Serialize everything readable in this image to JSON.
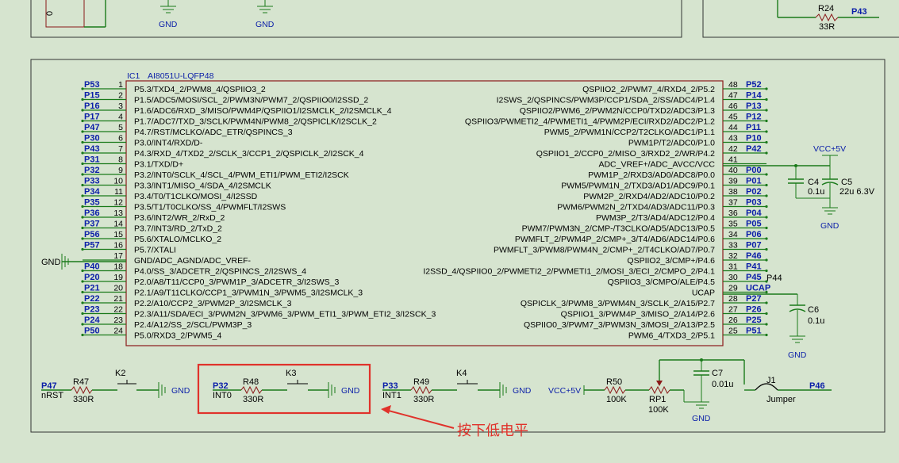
{
  "ic": {
    "ref": "IC1",
    "part": "AI8051U-LQFP48",
    "left_pins": [
      {
        "num": "1",
        "name": "P5.3/TXD4_2/PWM8_4/QSPIIO3_2",
        "net": "P53"
      },
      {
        "num": "2",
        "name": "P1.5/ADC5/MOSI/SCL_2/PWM3N/PWM7_2/QSPIIO0/I2SSD_2",
        "net": "P15"
      },
      {
        "num": "3",
        "name": "P1.6/ADC6/RXD_3/MISO/PWM4P/QSPIIO1/I2SMCLK_2/I2SMCLK_4",
        "net": "P16"
      },
      {
        "num": "4",
        "name": "P1.7/ADC7/TXD_3/SCLK/PWM4N/PWM8_2/QSPICLK/I2SCLK_2",
        "net": "P17"
      },
      {
        "num": "5",
        "name": "P4.7/RST/MCLKO/ADC_ETR/QSPINCS_3",
        "net": "P47"
      },
      {
        "num": "6",
        "name": "P3.0/INT4/RXD/D-",
        "net": "P30"
      },
      {
        "num": "7",
        "name": "P4.3/RXD_4/TXD2_2/SCLK_3/CCP1_2/QSPICLK_2/I2SCK_4",
        "net": "P43"
      },
      {
        "num": "8",
        "name": "P3.1/TXD/D+",
        "net": "P31"
      },
      {
        "num": "9",
        "name": "P3.2/INT0/SCLK_4/SCL_4/PWM_ETI1/PWM_ETI2/I2SCK",
        "net": "P32"
      },
      {
        "num": "10",
        "name": "P3.3/INT1/MISO_4/SDA_4/I2SMCLK",
        "net": "P33"
      },
      {
        "num": "11",
        "name": "P3.4/T0/T1CLKO/MOSI_4/I2SSD",
        "net": "P34"
      },
      {
        "num": "12",
        "name": "P3.5/T1/T0CLKO/SS_4/PWMFLT/I2SWS",
        "net": "P35"
      },
      {
        "num": "13",
        "name": "P3.6/INT2/WR_2/RxD_2",
        "net": "P36"
      },
      {
        "num": "14",
        "name": "P3.7/INT3/RD_2/TxD_2",
        "net": "P37"
      },
      {
        "num": "15",
        "name": "P5.6/XTALO/MCLKO_2",
        "net": "P56"
      },
      {
        "num": "16",
        "name": "P5.7/XTALI",
        "net": "P57"
      },
      {
        "num": "17",
        "name": "GND/ADC_AGND/ADC_VREF-",
        "net": ""
      },
      {
        "num": "18",
        "name": "P4.0/SS_3/ADCETR_2/QSPINCS_2/I2SWS_4",
        "net": "P40"
      },
      {
        "num": "19",
        "name": "P2.0/A8/T11/CCP0_3/PWM1P_3/ADCETR_3/I2SWS_3",
        "net": "P20"
      },
      {
        "num": "20",
        "name": "P2.1/A9/T11CLKO/CCP1_3/PWM1N_3/PWM5_3/I2SMCLK_3",
        "net": "P21"
      },
      {
        "num": "21",
        "name": "P2.2/A10/CCP2_3/PWM2P_3/I2SMCLK_3",
        "net": "P22"
      },
      {
        "num": "22",
        "name": "P2.3/A11/SDA/ECI_3/PWM2N_3/PWM6_3/PWM_ETI1_3/PWM_ETI2_3/I2SCK_3",
        "net": "P23"
      },
      {
        "num": "23",
        "name": "P2.4/A12/SS_2/SCL/PWM3P_3",
        "net": "P24"
      },
      {
        "num": "24",
        "name": "P5.0/RXD3_2/PWM5_4",
        "net": "P50"
      }
    ],
    "right_pins": [
      {
        "num": "48",
        "name": "QSPIIO2_2/PWM7_4/RXD4_2/P5.2",
        "net": "P52"
      },
      {
        "num": "47",
        "name": "I2SWS_2/QSPINCS/PWM3P/CCP1/SDA_2/SS/ADC4/P1.4",
        "net": "P14"
      },
      {
        "num": "46",
        "name": "QSPIIO2/PWM6_2/PWM2N/CCP0/TXD2/ADC3/P1.3",
        "net": "P13"
      },
      {
        "num": "45",
        "name": "QSPIIO3/PWMETI2_4/PWMETI1_4/PWM2P/ECI/RXD2/ADC2/P1.2",
        "net": "P12"
      },
      {
        "num": "44",
        "name": "PWM5_2/PWM1N/CCP2/T2CLKO/ADC1/P1.1",
        "net": "P11"
      },
      {
        "num": "43",
        "name": "PWM1P/T2/ADC0/P1.0",
        "net": "P10"
      },
      {
        "num": "42",
        "name": "QSPIIO1_2/CCP0_2/MISO_3/RXD2_2/WR/P4.2",
        "net": "P42"
      },
      {
        "num": "41",
        "name": "ADC_VREF+/ADC_AVCC/VCC",
        "net": ""
      },
      {
        "num": "40",
        "name": "PWM1P_2/RXD3/AD0/ADC8/P0.0",
        "net": "P00"
      },
      {
        "num": "39",
        "name": "PWM5/PWM1N_2/TXD3/AD1/ADC9/P0.1",
        "net": "P01"
      },
      {
        "num": "38",
        "name": "PWM2P_2/RXD4/AD2/ADC10/P0.2",
        "net": "P02"
      },
      {
        "num": "37",
        "name": "PWM6/PWM2N_2/TXD4/AD3/ADC11/P0.3",
        "net": "P03"
      },
      {
        "num": "36",
        "name": "PWM3P_2/T3/AD4/ADC12/P0.4",
        "net": "P04"
      },
      {
        "num": "35",
        "name": "PWM7/PWM3N_2/CMP-/T3CLKO/AD5/ADC13/P0.5",
        "net": "P05"
      },
      {
        "num": "34",
        "name": "PWMFLT_2/PWM4P_2/CMP+_3/T4/AD6/ADC14/P0.6",
        "net": "P06"
      },
      {
        "num": "33",
        "name": "PWMFLT_3/PWM8/PWM4N_2/CMP+_2/T4CLKO/AD7/P0.7",
        "net": "P07"
      },
      {
        "num": "32",
        "name": "QSPIIO2_3/CMP+/P4.6",
        "net": "P46"
      },
      {
        "num": "31",
        "name": "I2SSD_4/QSPIIO0_2/PWMETI2_2/PWMETI1_2/MOSI_3/ECI_2/CMPO_2/P4.1",
        "net": "P41"
      },
      {
        "num": "30",
        "name": "QSPIIO3_3/CMPO/ALE/P4.5",
        "net": "P45"
      },
      {
        "num": "29",
        "name": "UCAP",
        "net": "UCAP"
      },
      {
        "num": "28",
        "name": "QSPICLK_3/PWM8_3/PWM4N_3/SCLK_2/A15/P2.7",
        "net": "P27"
      },
      {
        "num": "27",
        "name": "QSPIIO1_3/PWM4P_3/MISO_2/A14/P2.6",
        "net": "P26"
      },
      {
        "num": "26",
        "name": "QSPIIO0_3/PWM7_3/PWM3N_3/MOSI_2/A13/P2.5",
        "net": "P25"
      },
      {
        "num": "25",
        "name": "PWM6_4/TXD3_2/P5.1",
        "net": "P51"
      }
    ]
  },
  "labels": {
    "gnd": "GND",
    "vcc": "VCC+5V",
    "p44": "P44",
    "top_zero": "0",
    "top_r_ref": "R24",
    "top_r_val": "33R",
    "top_net": "P43"
  },
  "caps": {
    "c4": {
      "ref": "C4",
      "val": "0.1u"
    },
    "c5": {
      "ref": "C5",
      "val": "22u 6.3V"
    },
    "c6": {
      "ref": "C6",
      "val": "0.1u"
    },
    "c7": {
      "ref": "C7",
      "val": "0.01u"
    }
  },
  "buttons": [
    {
      "net": "P47",
      "sub": "nRST",
      "r_ref": "R47",
      "r_val": "330R",
      "k_ref": "K2"
    },
    {
      "net": "P32",
      "sub": "INT0",
      "r_ref": "R48",
      "r_val": "330R",
      "k_ref": "K3"
    },
    {
      "net": "P33",
      "sub": "INT1",
      "r_ref": "R49",
      "r_val": "330R",
      "k_ref": "K4"
    }
  ],
  "pot": {
    "r_ref": "R50",
    "r_val": "100K",
    "rp_ref": "RP1",
    "rp_val": "100K",
    "j_ref": "J1",
    "j_val": "Jumper",
    "net": "P46"
  },
  "annotation": {
    "text": "按下低电平",
    "color": "#e0322b"
  },
  "colors": {
    "wire": "#1a7a1a",
    "ic_border": "#8b1a1a",
    "net": "#0a1ea8",
    "frame": "#333333",
    "bg": "#d6e4cf"
  }
}
